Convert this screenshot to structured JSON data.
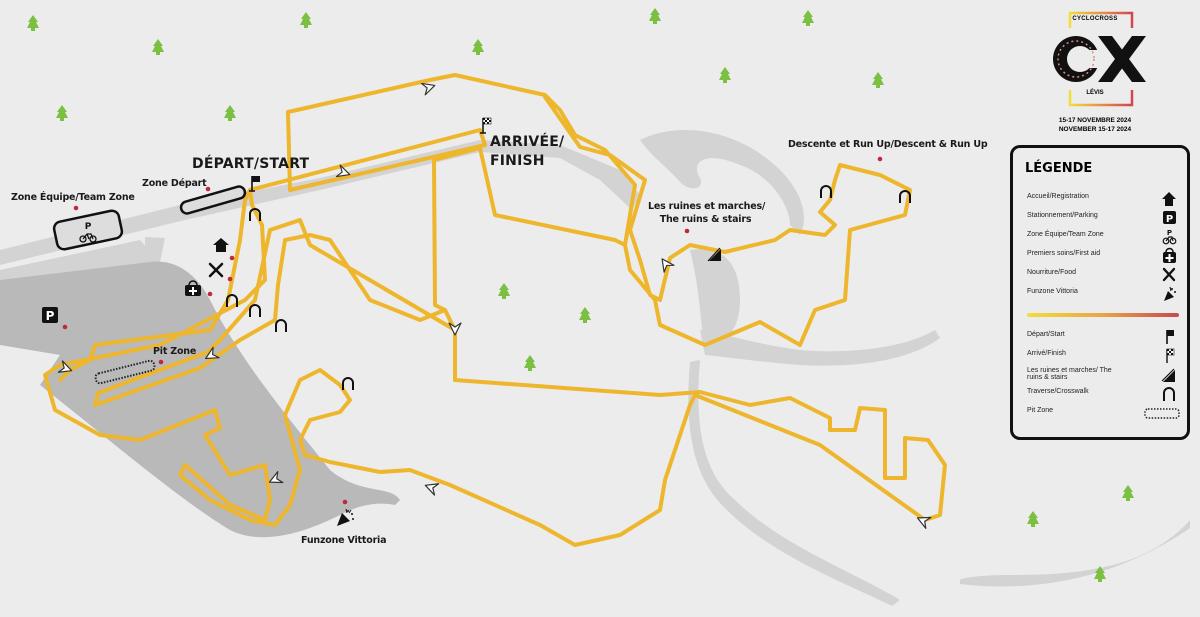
{
  "event": {
    "name_small": "CYCLOCROSS",
    "name_big": "CX",
    "city": "LÉVIS",
    "dates_fr": "15-17 NOVEMBRE 2024",
    "dates_en": "NOVEMBER 15-17 2024"
  },
  "map_labels": {
    "depart": "DÉPART/START",
    "zone_depart": "Zone Départ",
    "team_zone": "Zone Équipe/Team Zone",
    "arrivee_line1": "ARRIVÉE/",
    "arrivee_line2": "FINISH",
    "pit_zone": "Pit Zone",
    "funzone": "Funzone Vittoria",
    "ruins_line1": "Les ruines et marches/",
    "ruins_line2": "The ruins & stairs",
    "descent": "Descente et Run Up/Descent & Run Up",
    "team_zone_p": "P",
    "parking_p": "P"
  },
  "legend": {
    "title": "LÉGENDE",
    "services": [
      {
        "label": "Accueil/Registration",
        "icon": "house-icon"
      },
      {
        "label": "Stationnement/Parking",
        "icon": "parking-icon"
      },
      {
        "label": "Zone Équipe/Team Zone",
        "icon": "bike-parking-icon"
      },
      {
        "label": "Premiers soins/First aid",
        "icon": "first-aid-icon"
      },
      {
        "label": "Nourriture/Food",
        "icon": "food-icon"
      },
      {
        "label": "Funzone Vittoria",
        "icon": "party-popper-icon"
      }
    ],
    "course": [
      {
        "label": "Départ/Start",
        "icon": "start-flag-icon"
      },
      {
        "label": "Arrivé/Finish",
        "icon": "finish-flag-icon"
      },
      {
        "label": "Les ruines et marches/ The ruins & stairs",
        "icon": "stairs-icon"
      },
      {
        "label": "Traverse/Crosswalk",
        "icon": "crosswalk-icon"
      },
      {
        "label": "Pit Zone",
        "icon": "pit-zone-icon"
      }
    ]
  },
  "colors": {
    "background": "#ececec",
    "course": "#edb62c",
    "road": "#d3d3d3",
    "pit_area": "#b9b9b9",
    "tree": "#7cc043",
    "marker": "#c0283e",
    "ink": "#111111"
  }
}
